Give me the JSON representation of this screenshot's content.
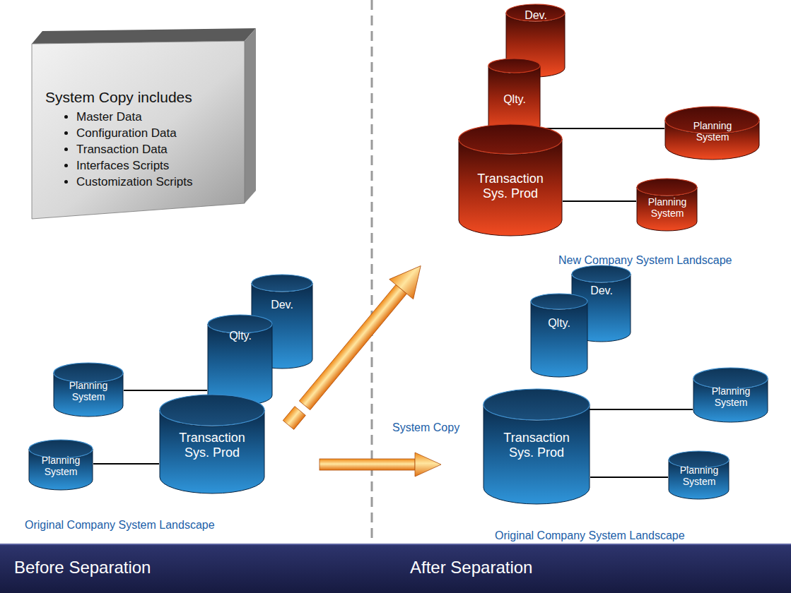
{
  "diagram": {
    "nodes": [
      {
        "text": [
          "System Copy includes",
          "Master Data",
          "Configuration Data",
          "Transaction Data",
          "Interfaces Scripts",
          "Customization Scripts"
        ]
      },
      {
        "text": [
          "Dev."
        ]
      },
      {
        "text": [
          "Qlty."
        ]
      },
      {
        "text": [
          "Planning System"
        ]
      },
      {
        "text": [
          "Transaction Sys. Prod"
        ]
      },
      {
        "text": [
          "Planning System"
        ]
      },
      {
        "text": [
          "Dev."
        ]
      },
      {
        "text": [
          "Planning System"
        ]
      },
      {
        "text": [
          "Qlty."
        ]
      },
      {
        "text": [
          "Transaction Sys. Prod"
        ]
      },
      {
        "text": [
          "Planning System"
        ]
      },
      {
        "text": [
          "Dev."
        ]
      },
      {
        "text": [
          "Qlty."
        ]
      },
      {
        "text": [
          "Planning System"
        ]
      },
      {
        "text": [
          "Transaction Sys. Prod"
        ]
      },
      {
        "text": [
          "Planning System"
        ]
      }
    ],
    "edges": [
      {
        "from": 2,
        "to": 3,
        "arrow": "none"
      },
      {
        "from": 4,
        "to": 5,
        "arrow": "none"
      },
      {
        "from": 7,
        "to": 8,
        "arrow": "none"
      },
      {
        "from": 10,
        "to": 9,
        "arrow": "none"
      },
      {
        "from": 12,
        "to": 13,
        "arrow": "none"
      },
      {
        "from": 14,
        "to": 15,
        "arrow": "none"
      }
    ],
    "labels": [
      "New Company System Landscape",
      "System Copy",
      "Original Company System Landscape",
      "Original Company System Landscape",
      "Before Separation",
      "After Separation"
    ]
  }
}
